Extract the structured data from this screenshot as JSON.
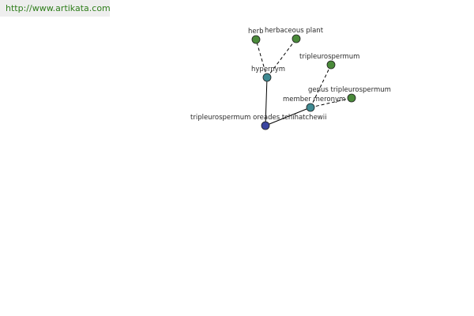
{
  "source_link": {
    "text": "http://www.artikata.com",
    "color": "#2e7d1a"
  },
  "graph": {
    "nodes": {
      "center": {
        "label": "tripleurospermum oreades tchihatchewii",
        "color": "#3a45a0"
      },
      "hypernym": {
        "label": "hypernym",
        "color": "#3f8a92"
      },
      "herb": {
        "label": "herb",
        "color": "#4a8a3a"
      },
      "herbaceous_plant": {
        "label": "herbaceous plant",
        "color": "#4a8a3a"
      },
      "member_meronym": {
        "label": "member meronym",
        "color": "#3f8a92"
      },
      "tripleurospermum": {
        "label": "tripleurospermum",
        "color": "#4a8a3a"
      },
      "genus_tripleurospermum": {
        "label": "genus tripleurospermum",
        "color": "#4a8a3a"
      }
    }
  }
}
